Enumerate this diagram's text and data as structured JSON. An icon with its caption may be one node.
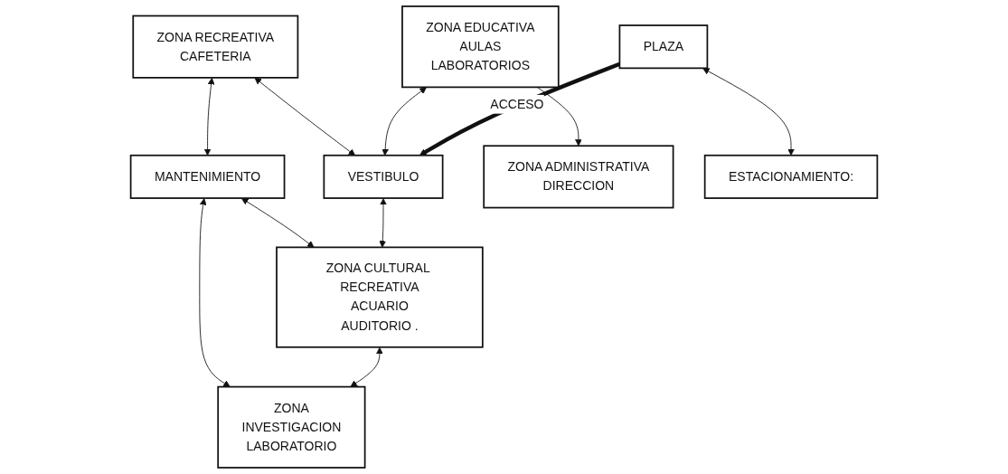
{
  "diagram": {
    "nodes": [
      {
        "text": [
          "ZONA RECREATIVA",
          "CAFETERIA"
        ]
      },
      {
        "text": [
          "MANTENIMIENTO"
        ]
      },
      {
        "text": [
          "ZONA EDUCATIVA",
          "AULAS",
          "LABORATORIOS"
        ]
      },
      {
        "text": [
          "VESTIBULO"
        ]
      },
      {
        "text": [
          "ZONA CULTURAL RECREATIVA",
          "ACUARIO",
          "AUDITORIO ."
        ]
      },
      {
        "text": [
          "ZONA",
          "INVESTIGACION",
          "LABORATORIO"
        ]
      },
      {
        "text": [
          "ZONA ADMINISTRATIVA",
          "DIRECCION"
        ]
      },
      {
        "text": [
          "PLAZA"
        ]
      },
      {
        "text": [
          "ESTACIONAMIENTO:"
        ]
      }
    ],
    "edges": [
      {
        "from": 0,
        "to": 1,
        "arrow": "both"
      },
      {
        "from": 0,
        "to": 3,
        "arrow": "both"
      },
      {
        "from": 1,
        "to": 4,
        "arrow": "both"
      },
      {
        "from": 1,
        "to": 5,
        "arrow": "both"
      },
      {
        "from": 2,
        "to": 3,
        "arrow": "both"
      },
      {
        "from": 2,
        "to": 6,
        "arrow": "to"
      },
      {
        "from": 3,
        "to": 4,
        "arrow": "both"
      },
      {
        "from": 4,
        "to": 5,
        "arrow": "both"
      },
      {
        "from": 7,
        "to": 3,
        "arrow": "to",
        "label": "ACCESO",
        "style": "thick"
      },
      {
        "from": 7,
        "to": 8,
        "arrow": "both"
      }
    ]
  }
}
